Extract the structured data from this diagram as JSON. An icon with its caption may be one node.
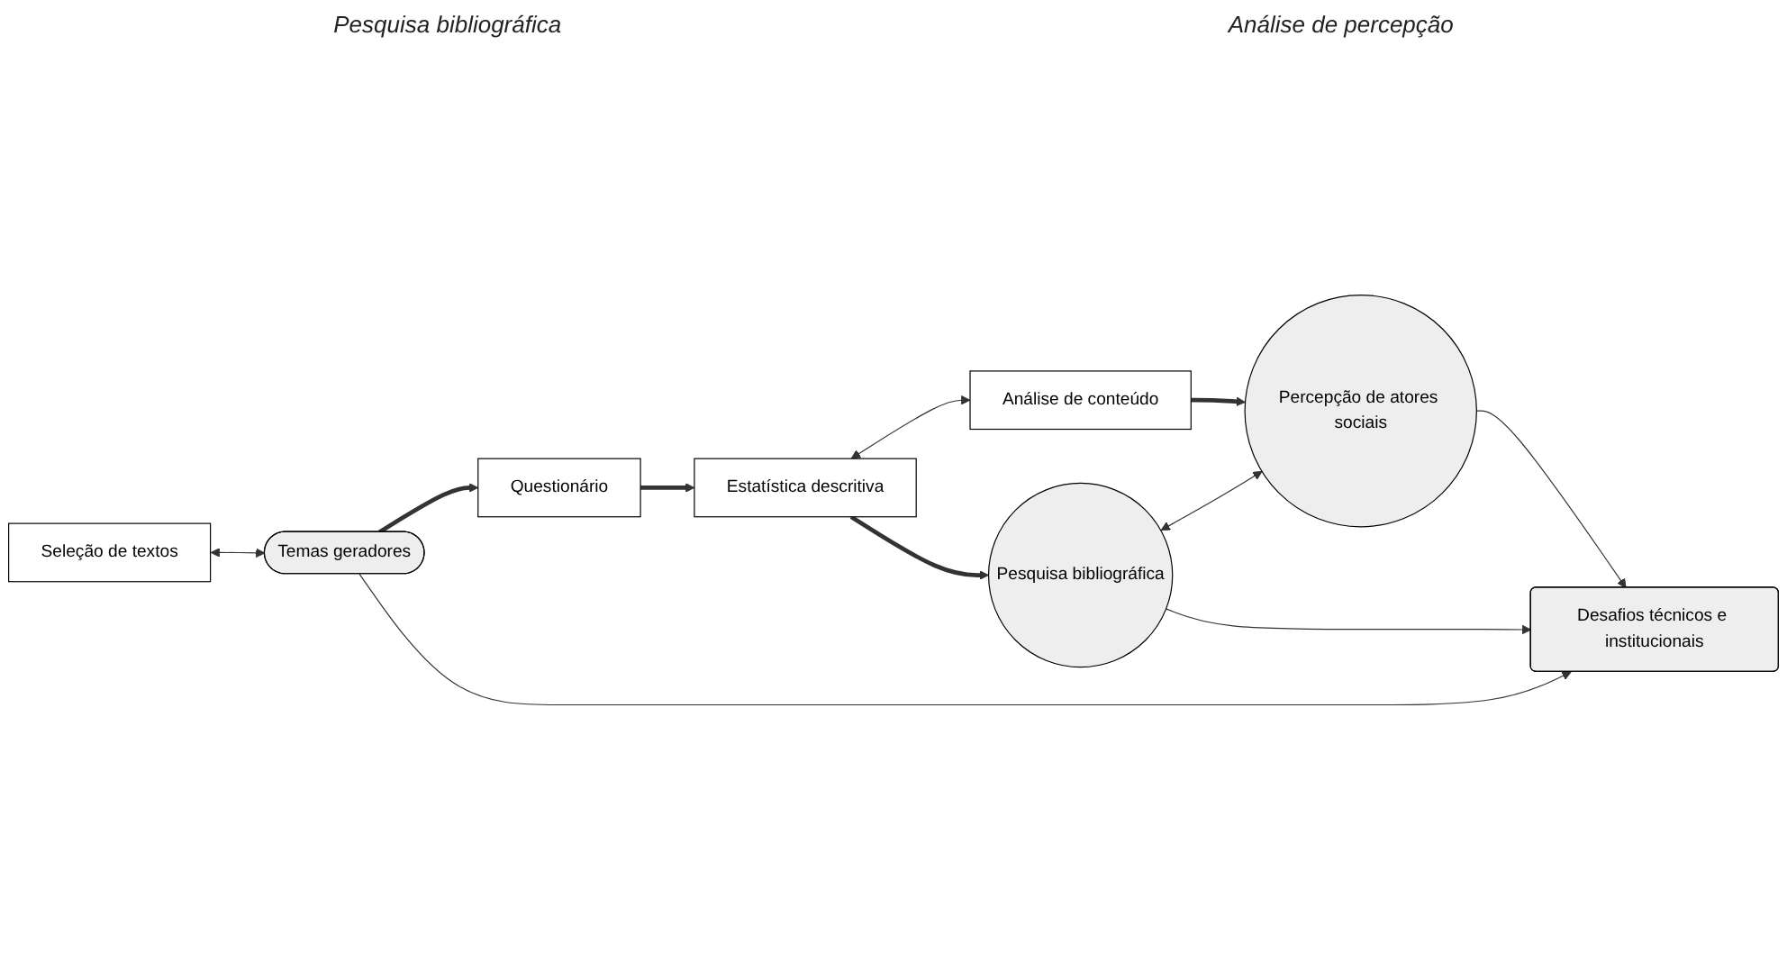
{
  "diagram": {
    "nodes": [
      {
        "text": [
          "Seleção de textos"
        ]
      },
      {
        "text": [
          "Temas geradores"
        ]
      },
      {
        "text": [
          "Questionário"
        ]
      },
      {
        "text": [
          "Estatística descritiva"
        ]
      },
      {
        "text": [
          "Análise de conteúdo"
        ]
      },
      {
        "text": [
          "Pesquisa bibliográfica"
        ]
      },
      {
        "text": [
          "Percepção de atores sociais"
        ]
      },
      {
        "text": [
          "Desafios técnicos e institucionais"
        ]
      }
    ],
    "edges": [
      {
        "from": 0,
        "to": 1,
        "arrow": "both"
      },
      {
        "from": 1,
        "to": 2,
        "arrow": "to",
        "style": "thick"
      },
      {
        "from": 2,
        "to": 3,
        "arrow": "to",
        "style": "thick"
      },
      {
        "from": 3,
        "to": 4,
        "arrow": "both"
      },
      {
        "from": 3,
        "to": 5,
        "arrow": "to",
        "style": "thick"
      },
      {
        "from": 4,
        "to": 6,
        "arrow": "to",
        "style": "thick"
      },
      {
        "from": 5,
        "to": 6,
        "arrow": "both"
      },
      {
        "from": 1,
        "to": 7,
        "arrow": "to"
      },
      {
        "from": 5,
        "to": 7,
        "arrow": "to"
      },
      {
        "from": 6,
        "to": 7,
        "arrow": "to"
      }
    ],
    "labels": [
      "Pesquisa bibliográfica",
      "Análise de percepção"
    ]
  }
}
